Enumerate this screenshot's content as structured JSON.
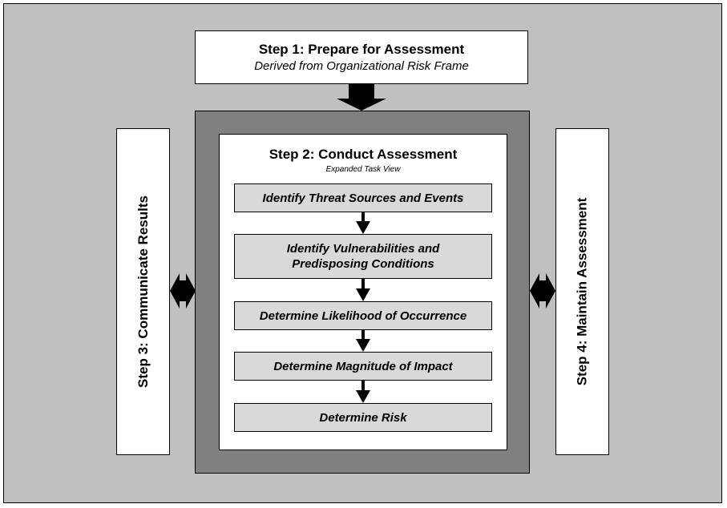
{
  "step1": {
    "title": "Step 1: Prepare for Assessment",
    "subtitle": "Derived from Organizational Risk Frame"
  },
  "step2": {
    "title": "Step 2: Conduct Assessment",
    "subtitle": "Expanded Task View",
    "tasks": [
      "Identify Threat Sources and Events",
      "Identify Vulnerabilities and Predisposing Conditions",
      "Determine Likelihood of Occurrence",
      "Determine Magnitude of Impact",
      "Determine Risk"
    ]
  },
  "step3": {
    "title": "Step 3: Communicate Results"
  },
  "step4": {
    "title": "Step 4: Maintain Assessment"
  },
  "colors": {
    "background": "#c0c0c0",
    "frame": "#808080",
    "task_fill": "#d9d9d9",
    "arrow": "#000000"
  }
}
